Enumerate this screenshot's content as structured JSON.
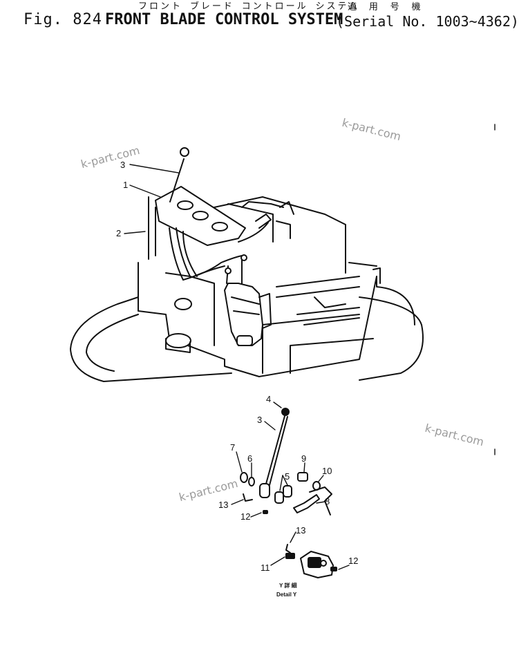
{
  "header": {
    "figure": "Fig. 824",
    "title_jp": "フロント ブレード コントロール システム",
    "title_en": "FRONT BLADE CONTROL SYSTEM",
    "serial_jp": "適 用 号 機",
    "serial": "(Serial No. 1003~4362)"
  },
  "watermark": "k-part.com",
  "callouts": {
    "top": [
      "3",
      "1",
      "2"
    ],
    "detail": [
      "4",
      "3",
      "7",
      "6",
      "9",
      "10",
      "5",
      "8",
      "13",
      "12",
      "13",
      "11",
      "12"
    ]
  },
  "detail": {
    "jp": "Y 詳 細",
    "caption": "Detail Y"
  }
}
